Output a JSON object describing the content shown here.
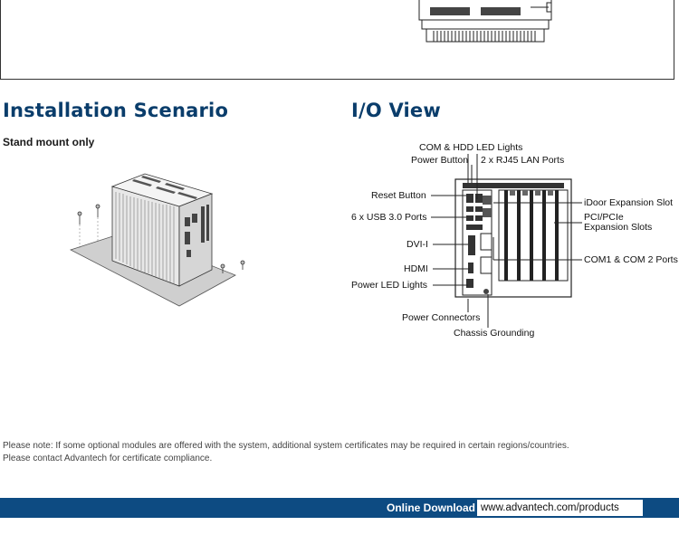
{
  "sections": {
    "installation_title": "Installation Scenario",
    "installation_subtitle": "Stand mount only",
    "io_title": "I/O View"
  },
  "io_callouts": {
    "com_hdd_led": "COM & HDD LED Lights",
    "power_button": "Power Button",
    "rj45": "2 x RJ45 LAN Ports",
    "reset": "Reset Button",
    "usb": "6 x USB 3.0 Ports",
    "dvi": "DVI-I",
    "hdmi": "HDMI",
    "power_led": "Power LED Lights",
    "power_connectors": "Power Connectors",
    "chassis_grounding": "Chassis Grounding",
    "idoor": "iDoor Expansion Slot",
    "pci_line1": "PCI/PCIe",
    "pci_line2": "Expansion Slots",
    "com_ports": "COM1 & COM 2 Ports"
  },
  "notes": {
    "line1": "Please note: If some optional modules are offered with the system, additional system certificates may be required in certain regions/countries.",
    "line2": "Please contact Advantech for certificate compliance."
  },
  "footer": {
    "label": "Online Download",
    "url": "www.advantech.com/products"
  },
  "colors": {
    "title": "#0a3d6b",
    "footer_bar": "#0d4b82"
  }
}
